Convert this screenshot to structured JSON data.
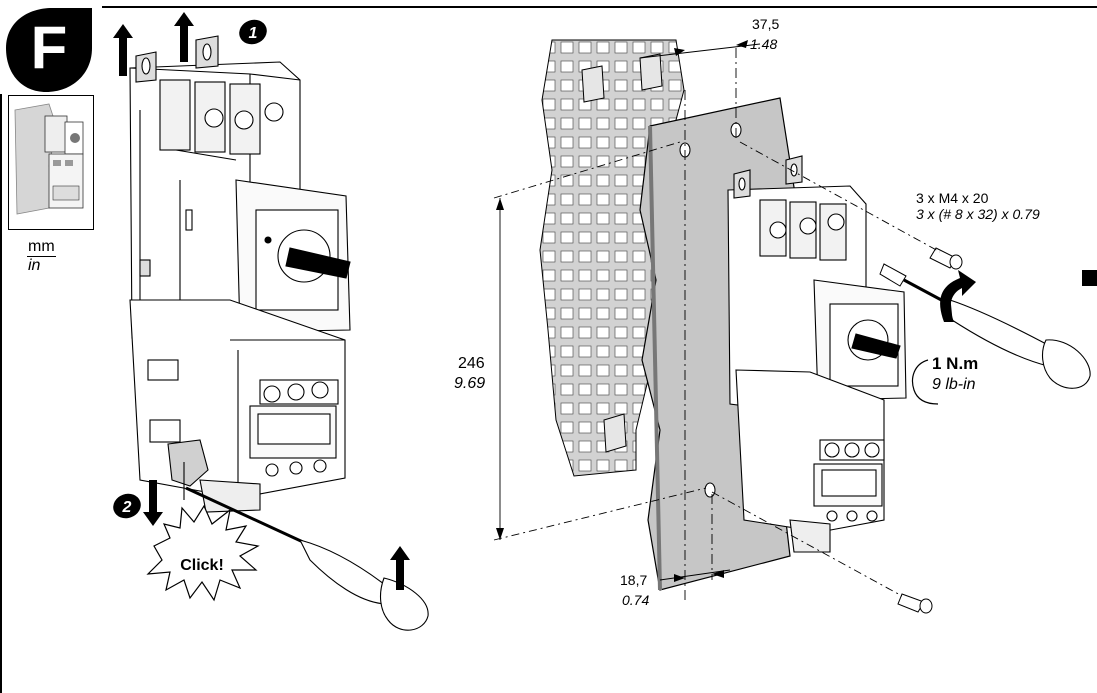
{
  "section": {
    "letter": "F"
  },
  "units": {
    "primary": "mm",
    "secondary": "in"
  },
  "steps": {
    "step1": "1",
    "step2": "2"
  },
  "callouts": {
    "click": "Click!"
  },
  "dimensions": {
    "top_offset_mm": "37,5",
    "top_offset_in": "1.48",
    "height_mm": "246",
    "height_in": "9.69",
    "bottom_offset_mm": "18,7",
    "bottom_offset_in": "0.74"
  },
  "screws": {
    "metric": "3 x M4 x 20",
    "imperial": "3 x (# 8 x 32) x 0.79"
  },
  "torque": {
    "metric": "1 N.m",
    "imperial": "9 lb-in"
  }
}
